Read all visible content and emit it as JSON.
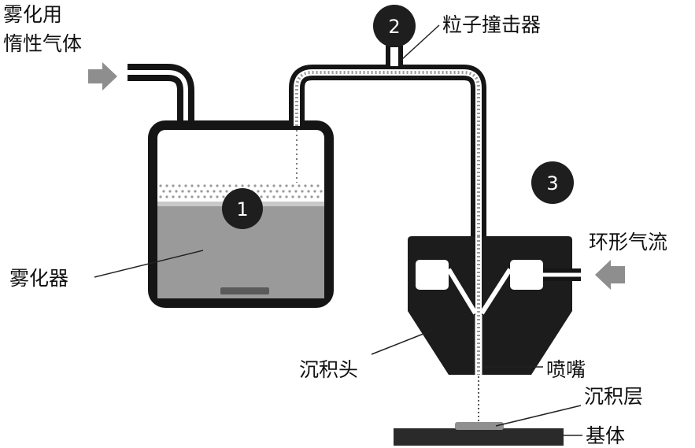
{
  "labels": {
    "inert_gas_line1": "雾化用",
    "inert_gas_line2": "惰性气体",
    "impactor": "粒子撞击器",
    "annular_flow": "环形气流",
    "atomizer": "雾化器",
    "deposition_head": "沉积头",
    "nozzle": "喷嘴",
    "deposited_layer": "沉积层",
    "substrate": "基体"
  },
  "markers": [
    "1",
    "2",
    "3"
  ],
  "colors": {
    "outline": "#151515",
    "liquid": "#9a9a9a",
    "arrow": "#8e8e8e",
    "head_fill": "#1c1c1c",
    "substrate": "#2a2a2a",
    "deposit": "#8f8f8f",
    "marker_fill": "#1e1e1e"
  },
  "icons": {
    "inlet_arrow": "right-arrow-icon",
    "annular_inlet_arrow": "left-arrow-icon"
  }
}
